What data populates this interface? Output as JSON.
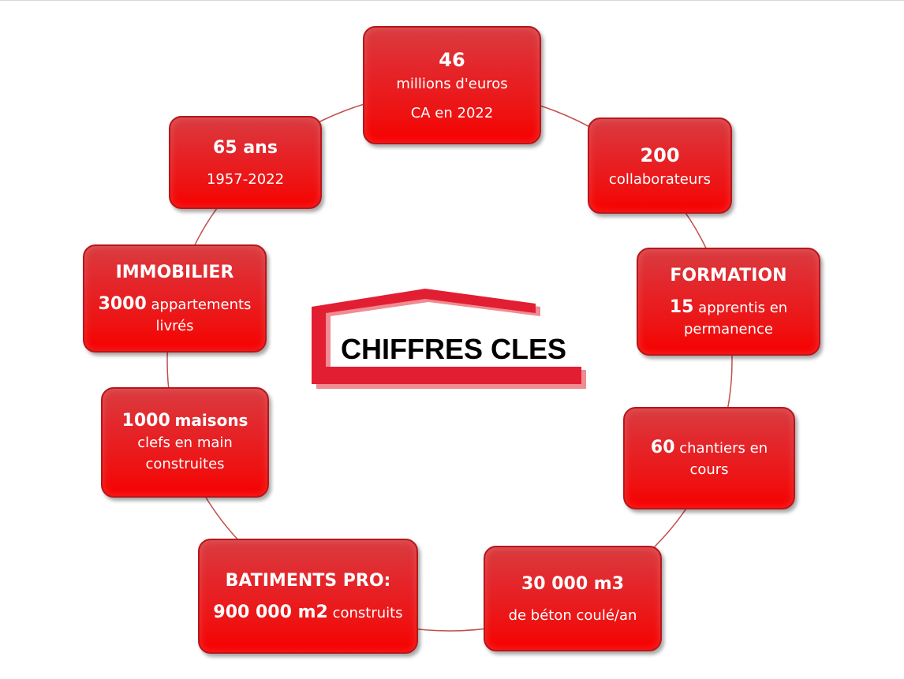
{
  "center": {
    "title": "CHIFFRES CLES"
  },
  "colors": {
    "box_red": "#e4262b",
    "ring_line": "#c0504d",
    "logo_red": "#e21e33",
    "logo_shadow": "#f08a93"
  },
  "boxes": {
    "ca": {
      "value": "46",
      "line1": "millions d'euros",
      "line2": "CA en 2022"
    },
    "collab": {
      "value": "200",
      "line1": "collaborateurs"
    },
    "formation": {
      "title": "FORMATION",
      "value": "15",
      "line1": "apprentis en",
      "line2": "permanence"
    },
    "chantiers": {
      "value": "60",
      "line1": "chantiers en",
      "line2": "cours"
    },
    "beton": {
      "title": "30 000 m3",
      "line1": "de béton coulé/an"
    },
    "batiments": {
      "title": "BATIMENTS PRO:",
      "value": "900 000 m2",
      "line1": "construits"
    },
    "maisons": {
      "value": "1000",
      "value_word": "maisons",
      "line1": "clefs en main",
      "line2": "construites"
    },
    "immo": {
      "title": "IMMOBILIER",
      "value": "3000",
      "line1": "appartements",
      "line2": "livrés"
    },
    "ans": {
      "title": "65 ans",
      "line1": "1957-2022"
    }
  }
}
